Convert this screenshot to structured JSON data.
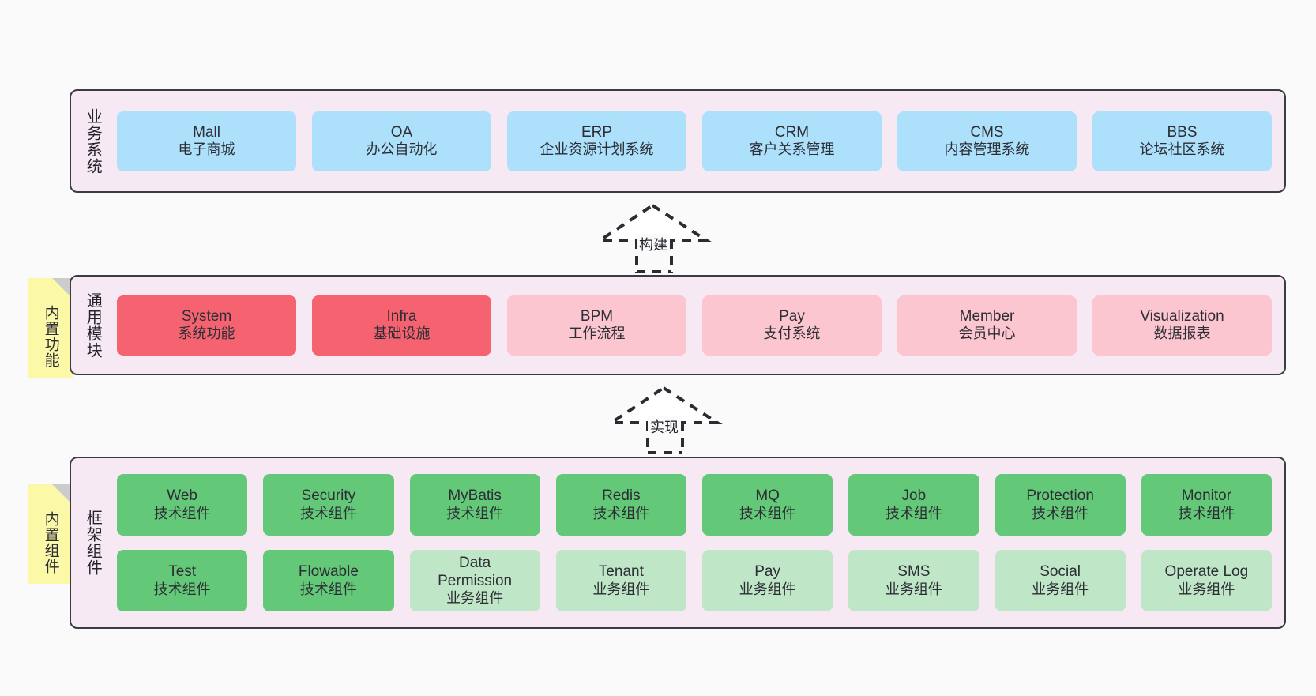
{
  "colors": {
    "panel_bg": "#f7e9f3",
    "panel_border": "#3b3b44",
    "business_card": "#ace0fb",
    "module_strong": "#f4636f",
    "module_light": "#fbc6cf",
    "component_tech": "#63c878",
    "component_biz": "#bfe6c7",
    "note_bg": "#fbf8a8",
    "page_bg": "#fafafa"
  },
  "layers": [
    {
      "id": "business-system",
      "title": "业务系统",
      "rows": [
        [
          {
            "en": "Mall",
            "cn": "电子商城"
          },
          {
            "en": "OA",
            "cn": "办公自动化"
          },
          {
            "en": "ERP",
            "cn": "企业资源计划系统"
          },
          {
            "en": "CRM",
            "cn": "客户关系管理"
          },
          {
            "en": "CMS",
            "cn": "内容管理系统"
          },
          {
            "en": "BBS",
            "cn": "论坛社区系统"
          }
        ]
      ]
    },
    {
      "id": "common-module",
      "title": "通用模块",
      "note": "内置功能",
      "rows": [
        [
          {
            "en": "System",
            "cn": "系统功能"
          },
          {
            "en": "Infra",
            "cn": "基础设施"
          },
          {
            "en": "BPM",
            "cn": "工作流程"
          },
          {
            "en": "Pay",
            "cn": "支付系统"
          },
          {
            "en": "Member",
            "cn": "会员中心"
          },
          {
            "en": "Visualization",
            "cn": "数据报表"
          }
        ]
      ]
    },
    {
      "id": "framework-component",
      "title": "框架组件",
      "note": "内置组件",
      "rows": [
        [
          {
            "en": "Web",
            "cn": "技术组件"
          },
          {
            "en": "Security",
            "cn": "技术组件"
          },
          {
            "en": "MyBatis",
            "cn": "技术组件"
          },
          {
            "en": "Redis",
            "cn": "技术组件"
          },
          {
            "en": "MQ",
            "cn": "技术组件"
          },
          {
            "en": "Job",
            "cn": "技术组件"
          },
          {
            "en": "Protection",
            "cn": "技术组件"
          },
          {
            "en": "Monitor",
            "cn": "技术组件"
          }
        ],
        [
          {
            "en": "Test",
            "cn": "技术组件"
          },
          {
            "en": "Flowable",
            "cn": "技术组件"
          },
          {
            "en": "Data Permission",
            "cn": "业务组件"
          },
          {
            "en": "Tenant",
            "cn": "业务组件"
          },
          {
            "en": "Pay",
            "cn": "业务组件"
          },
          {
            "en": "SMS",
            "cn": "业务组件"
          },
          {
            "en": "Social",
            "cn": "业务组件"
          },
          {
            "en": "Operate Log",
            "cn": "业务组件"
          }
        ]
      ]
    }
  ],
  "connectors": [
    {
      "id": "build",
      "label": "构建"
    },
    {
      "id": "realize",
      "label": "实现"
    }
  ]
}
